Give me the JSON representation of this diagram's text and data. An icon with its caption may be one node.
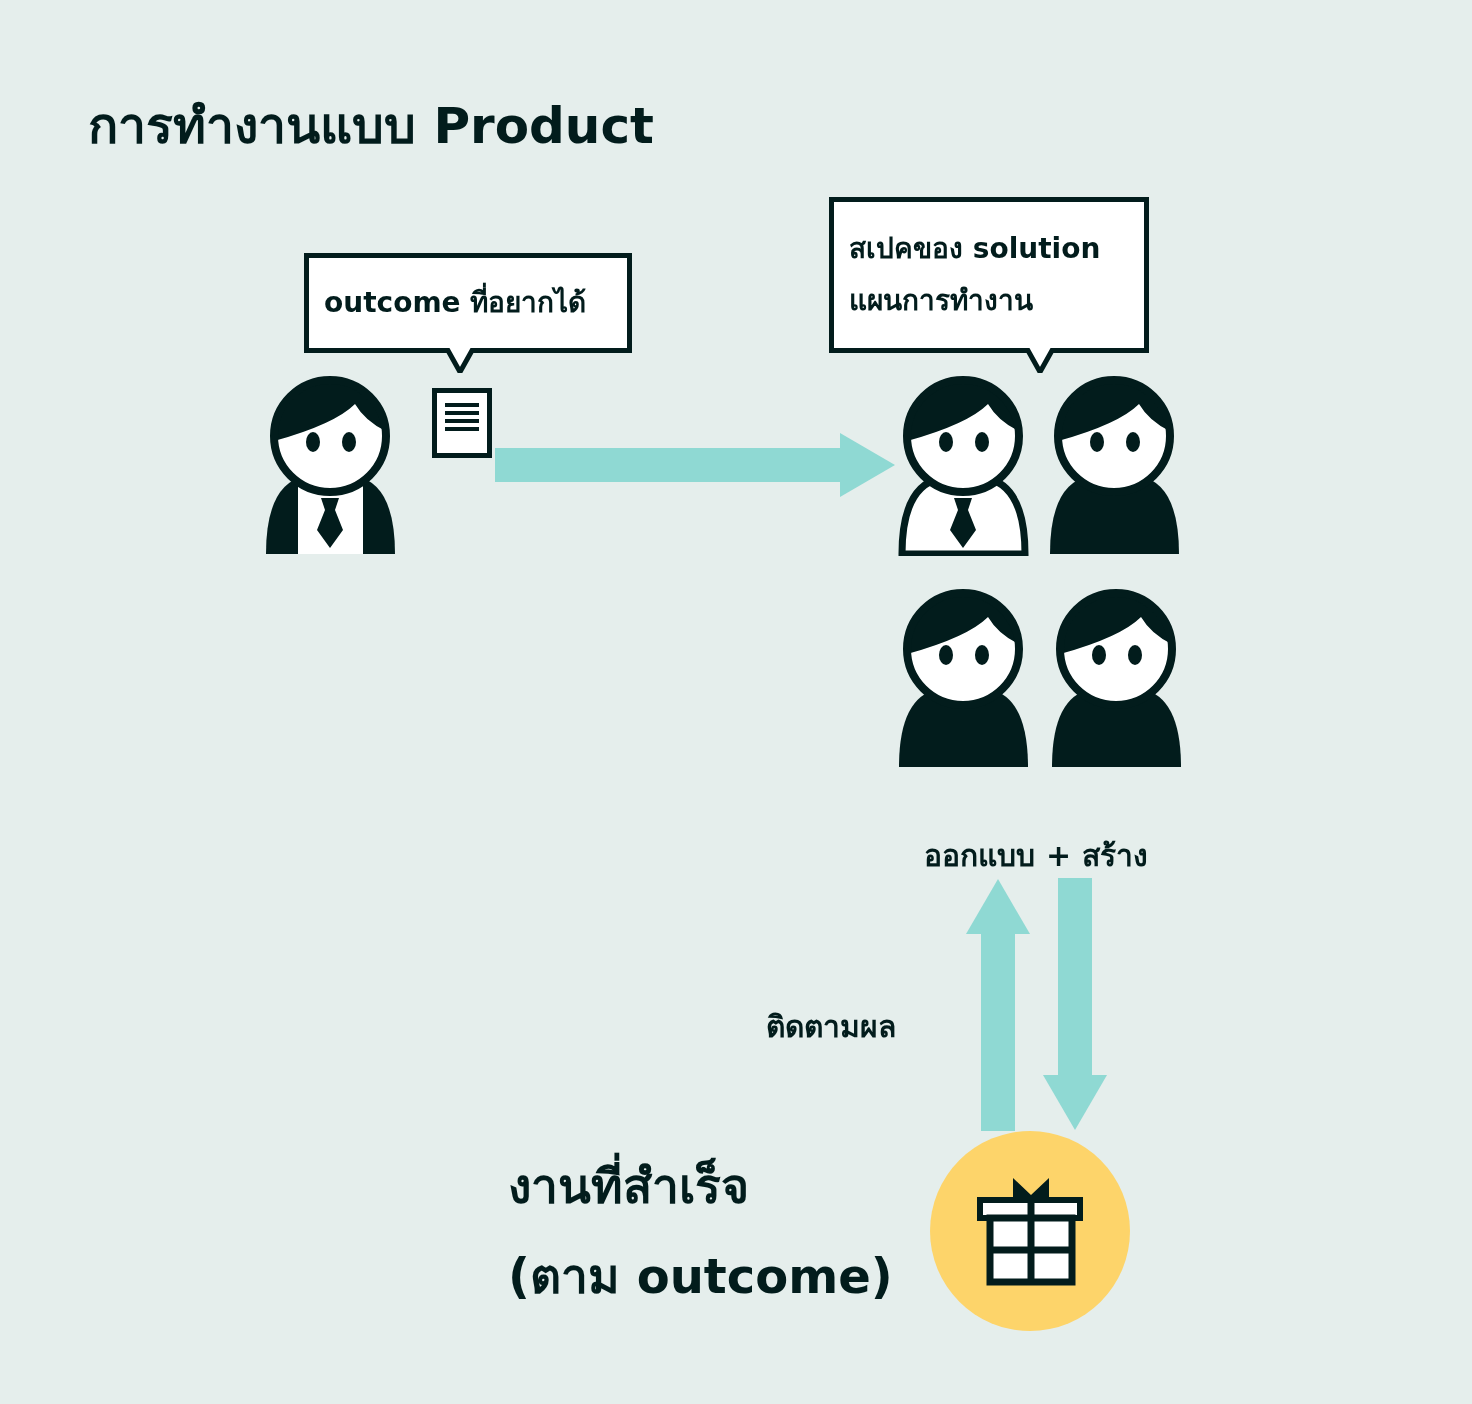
{
  "diagram": {
    "title": "การทำงานแบบ Product",
    "nodes": [
      {
        "text": [
          "outcome ที่อยากได้"
        ]
      },
      {
        "text": [
          "สเปคของ solution",
          "แผนการทำงาน"
        ]
      },
      {
        "text": [],
        "shape": "person"
      },
      {
        "text": [],
        "shape": "person"
      },
      {
        "text": [],
        "shape": "person"
      },
      {
        "text": [],
        "shape": "person"
      },
      {
        "text": [],
        "shape": "person"
      },
      {
        "text": [
          "ออกแบบ + สร้าง"
        ]
      },
      {
        "text": [],
        "shape": "circle",
        "beside": [
          "งานที่สำเร็จ",
          "(ตาม outcome)"
        ]
      }
    ],
    "edges": [
      {
        "from": 2,
        "to": 3,
        "arrow": "to"
      },
      {
        "from": 8,
        "to": 7,
        "arrow": "to",
        "label": "ติดตามผล"
      },
      {
        "from": 7,
        "to": 8,
        "arrow": "to"
      }
    ]
  }
}
